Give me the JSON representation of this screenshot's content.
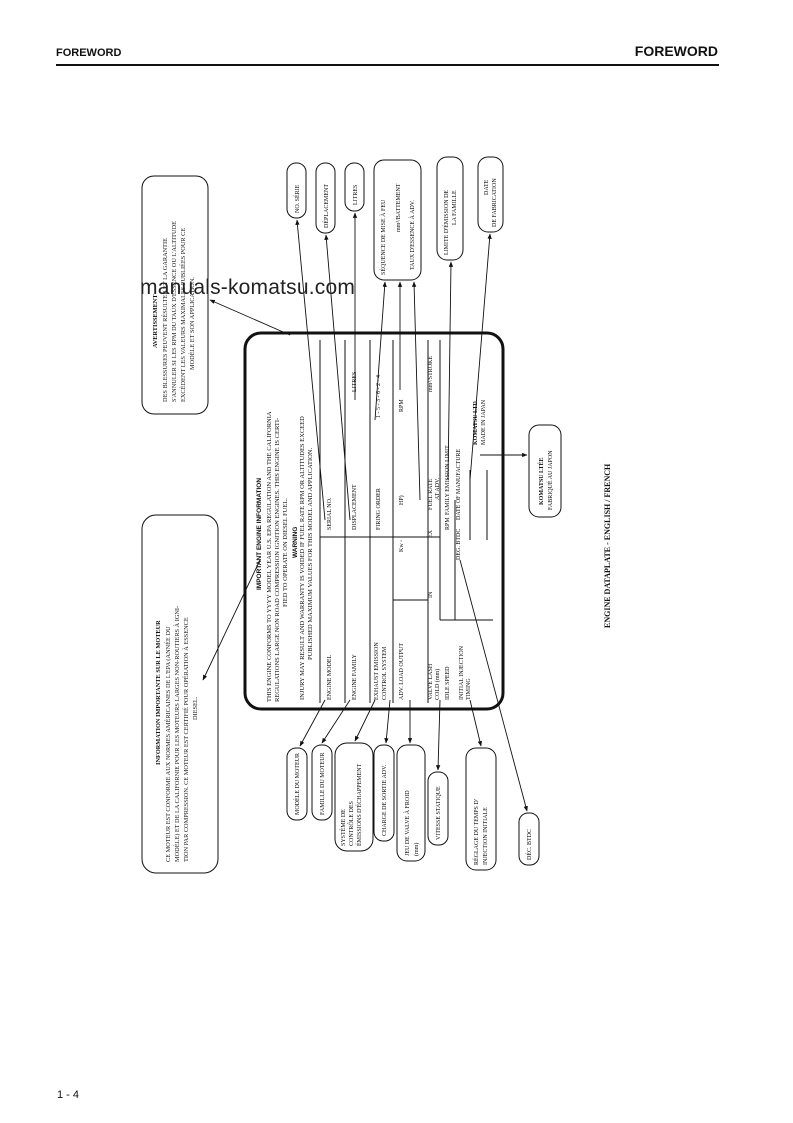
{
  "header": {
    "left": "FOREWORD",
    "right": "FOREWORD"
  },
  "watermark": "manuals-komatsu.com",
  "page_number": "1 - 4",
  "caption": "ENGINE DATAPLATE - ENGLISH / FRENCH",
  "plate": {
    "title": "IMPORTANT ENGINE INFORMATION",
    "lines": [
      "THIS ENGINE CONFORMS TO YYYY MODEL YEAR U.S. EPA REGULATION AND THE CALIFORNIA",
      "REGULATIONS LARGE NON ROAD COMPRESSION IGNITION ENGINES. THIS ENGINE IS CERTI-",
      "FIED TO OPERATE ON DIESEL FUEL."
    ],
    "warning_title": "WARNING",
    "warning_lines": [
      "INJURY MAY RESULT AND WARRANTY IS VOIDED IF FUEL RATE RPM OR ALTITUDES EXCEED",
      "PUBLISHED MAXIMUM VALUES FOR THIS MODEL AND APPLICATION."
    ],
    "engine_model": "ENGINE MODEL",
    "serial_no": "SERIAL NO.",
    "engine_family": "ENGINE FAMILY",
    "displacement": "DISPLACEMENT",
    "litres": "LITRES",
    "exhaust_emission": "EXHAUST EMISSION",
    "control_system": "CONTROL SYSTEM",
    "firing_order": "FIRING ORDER",
    "firing_value": "1 - 5 - 3 - 6 - 2 - 4",
    "adv_load_output": "ADV. LOAD OUTPUT",
    "kw": "Kw ◦",
    "hp": "HP)",
    "rpm": "RPM",
    "valve_lash": "VALVE LASH",
    "cold": "COLD (mm)",
    "in": "IN",
    "ex": "EX",
    "fuel_rate": "FUEL RATE",
    "at_adv": "AT ADV.",
    "mm_stroke": "mm³/STROKE",
    "idle_speed": "IDLE SPEED",
    "rpm2": "RPM",
    "family_emission": "FAMILY EMISSION LIMIT",
    "initial_injection": "INITIAL INJECTION",
    "timing": "TIMING",
    "deg_btdc": "DEG. BTDC",
    "date_of_manufacture": "DATE OF MANUFACTURE",
    "maker": "KOMATSU LTD.",
    "made_in": "MADE IN JAPAN"
  },
  "callouts_right": {
    "no_serie": "NO. SÉRIE",
    "deplacement": "DÉPLACEMENT",
    "litres": "LITRES",
    "sequence": "SÉQUENCE DE MISE À FEU",
    "mm_battement": "mm³/BATTEMENT",
    "taux": "TAUX D'ESSENCE À ADV.",
    "limite_1": "LIMITE D'ÉMISSION DE",
    "limite_2": "LA FAMILLE",
    "date_1": "DATE",
    "date_2": "DE FABRICATION"
  },
  "callouts_left": {
    "modele": "MODÈLE DU MOTEUR",
    "famille": "FAMILLE DU MOTEUR",
    "systeme_1": "SYSTÈME DE",
    "systeme_2": "CONTRÔLE DES",
    "systeme_3": "ÉMISSIONS D'ÉCHAPPEMENT",
    "charge": "CHARGE DE SORTIE ADV.",
    "jeu_1": "JEU DE VALVE À FROID",
    "jeu_2": "(mm)",
    "vitesse": "VITESSE STATIQUE",
    "reglage_1": "RÉGLAGE DU TEMPS D'",
    "reglage_2": "INJECTION INITIALE",
    "dec": "DÉC. BTDC"
  },
  "komatsu_box": {
    "line1": "KOMATSU LTÉE",
    "line2": "FABRIQUÉ AU JAPON"
  },
  "avertissement": {
    "title": "AVERTISSEMENT",
    "lines": [
      "DES BLESSURES PEUVENT RÉSULTER ET LA GARANTIE",
      "S'ANNULER SI LES RPM DU TAUX D'ESSENCE OU L'ALTITUDE",
      "EXCÈDENT LES VALEURS MAXIMALES PUBLIÉES POUR CE",
      "MODÈLE ET SON APPLICATION."
    ]
  },
  "information": {
    "title": "INFORMATION IMPORTANTE SUR LE MOTEUR",
    "lines": [
      "CE MOTEUR EST CONFORME AUX NORMES AMÉRICAINES DE L'EPA (ANNÉE DU",
      "MODÈLE) ET DE LA CALIFORNIE POUR LES MOTEURS LARGES NON-ROUTIERS À IGNI-",
      "TION PAR COMPRESSION. CE MOTEUR EST CERTIFIÉ POUR OPÉRATION À ESSENCE",
      "DIESEL."
    ]
  }
}
